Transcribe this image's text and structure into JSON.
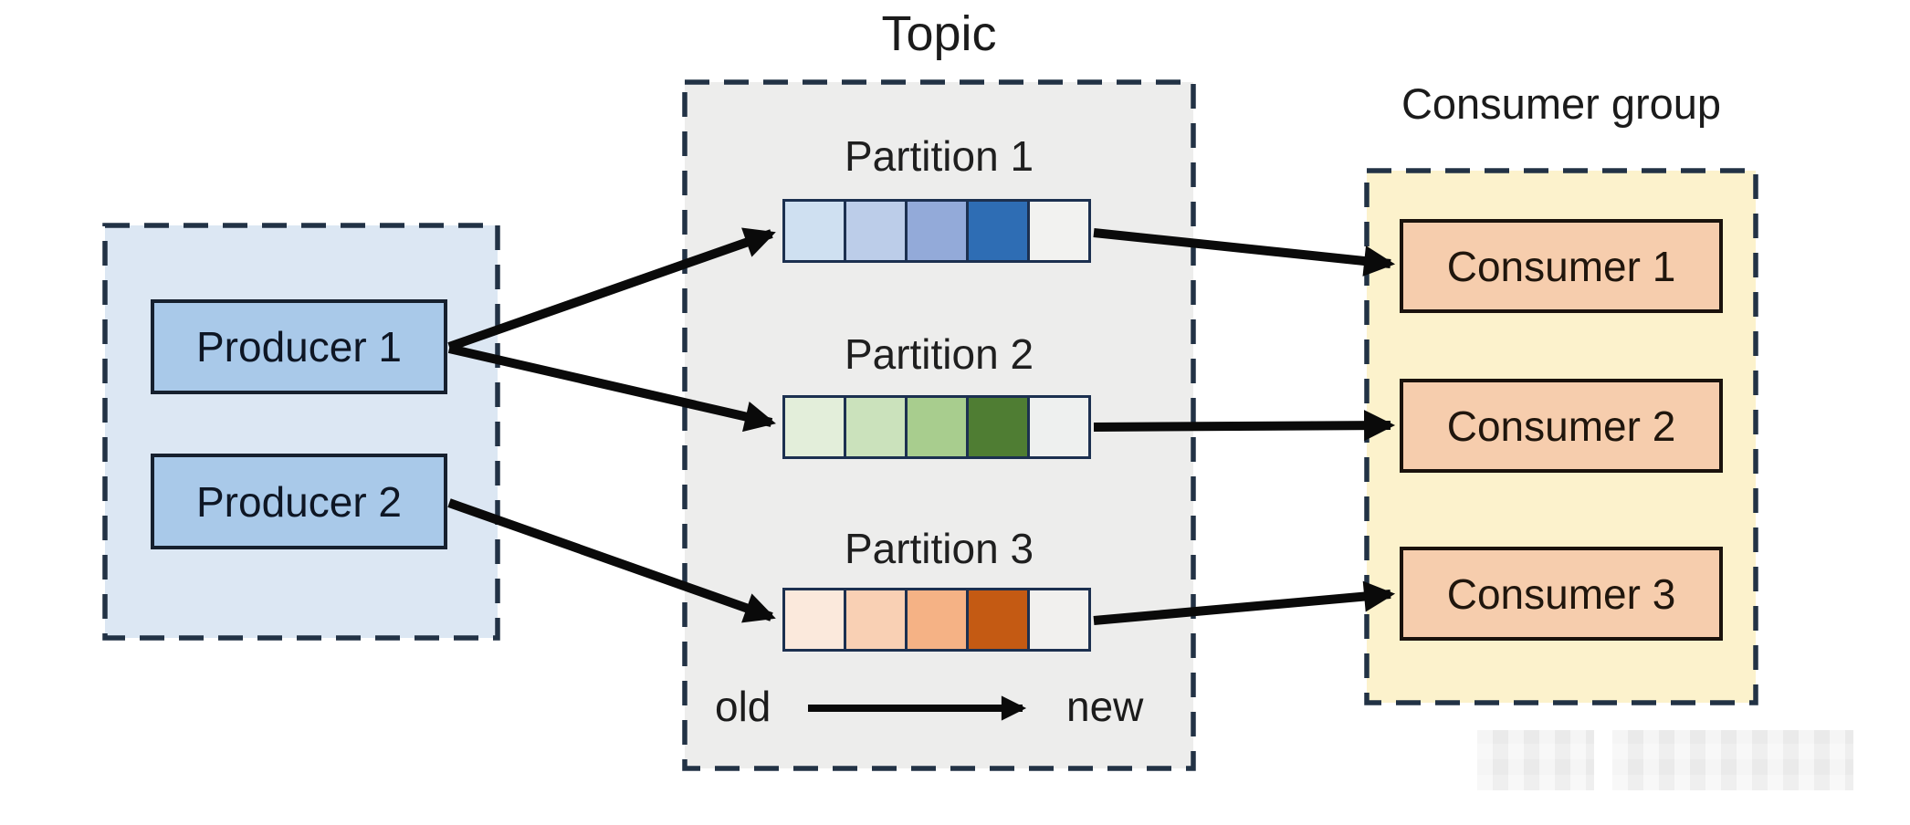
{
  "diagram_title": "Kafka topic partitioning: producers, topic partitions, consumer group",
  "producers_group": {
    "items": [
      {
        "label": "Producer 1"
      },
      {
        "label": "Producer 2"
      }
    ]
  },
  "topic_group": {
    "title": "Topic",
    "partitions": [
      {
        "label": "Partition 1",
        "cells": [
          "#cfe0f1",
          "#bccde9",
          "#93aad9",
          "#2e6db4",
          "#f2f2f0"
        ]
      },
      {
        "label": "Partition 2",
        "cells": [
          "#e3eeda",
          "#cbe2bc",
          "#a8cd8e",
          "#4f7d33",
          "#eef0ef"
        ]
      },
      {
        "label": "Partition 3",
        "cells": [
          "#fbe9dc",
          "#f9d0b4",
          "#f5b285",
          "#c45a13",
          "#f1f0ee"
        ]
      }
    ],
    "order_old_label": "old",
    "order_new_label": "new"
  },
  "consumer_group": {
    "title": "Consumer group",
    "items": [
      {
        "label": "Consumer 1"
      },
      {
        "label": "Consumer 2"
      },
      {
        "label": "Consumer 3"
      }
    ]
  },
  "colors": {
    "producers_group_fill": "#dce7f3",
    "topic_group_fill": "#ededec",
    "consumer_group_fill": "#fcf2cc",
    "producer_fill": "#a9c9e9",
    "consumer_fill": "#f6cdad",
    "group_dash_border": "#223245",
    "cell_border": "#1c3050",
    "arrow": "#0a0a0a"
  }
}
